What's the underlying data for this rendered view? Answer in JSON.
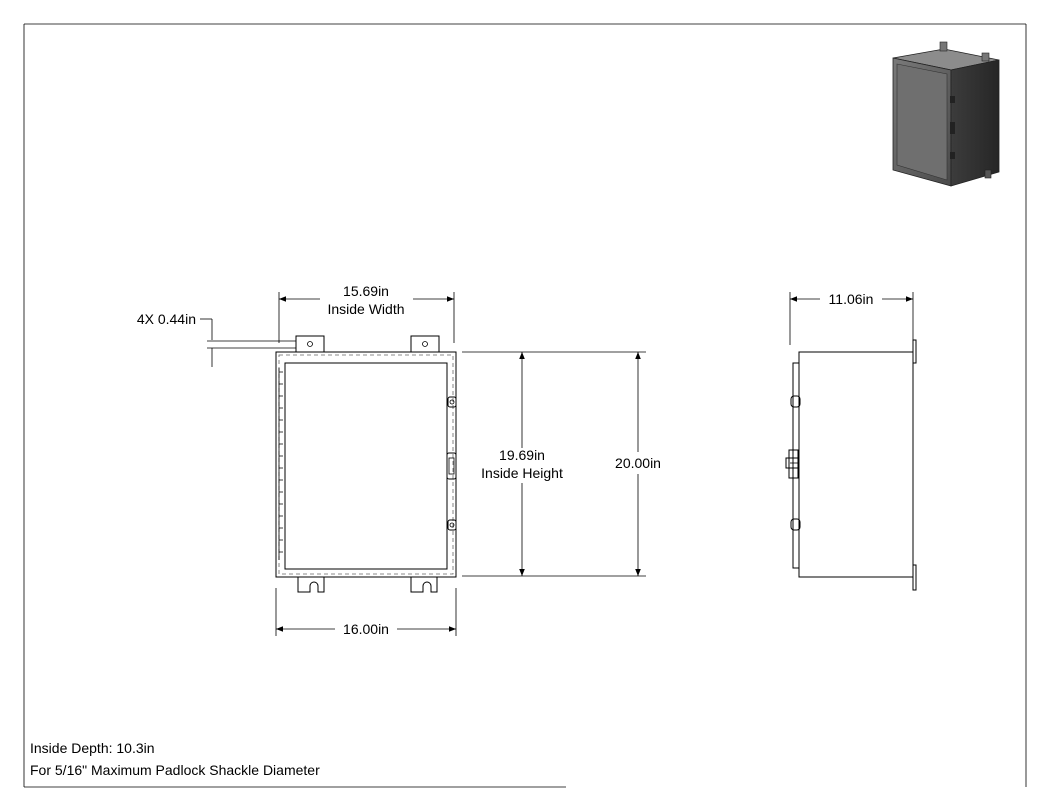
{
  "front_view": {
    "inside_width_value": "15.69in",
    "inside_width_label": "Inside Width",
    "mount_hole_label": "4X 0.44in",
    "inside_height_value": "19.69in",
    "inside_height_label": "Inside Height",
    "overall_height": "20.00in",
    "overall_width": "16.00in"
  },
  "side_view": {
    "depth": "11.06in"
  },
  "notes": {
    "inside_depth": "Inside Depth: 10.3in",
    "padlock": "For 5/16\" Maximum Padlock Shackle Diameter"
  }
}
